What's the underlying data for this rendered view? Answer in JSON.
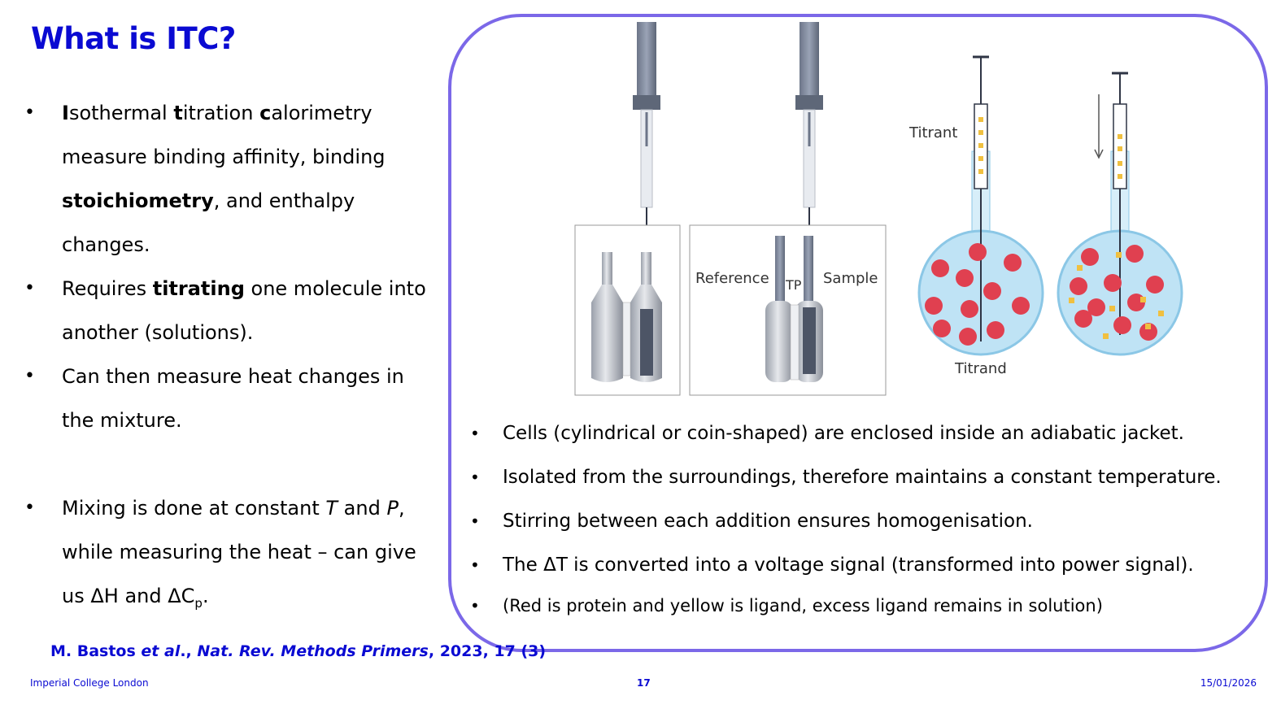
{
  "title": "What is ITC?",
  "left_bullets": [
    {
      "segments": [
        {
          "t": "I",
          "b": true
        },
        {
          "t": "sothermal "
        },
        {
          "t": "t",
          "b": true
        },
        {
          "t": "itration "
        },
        {
          "t": "c",
          "b": true
        },
        {
          "t": "alorimetry measure binding affinity, binding "
        },
        {
          "t": "stoichiometry",
          "b": true
        },
        {
          "t": ", and enthalpy changes."
        }
      ]
    },
    {
      "segments": [
        {
          "t": "Requires "
        },
        {
          "t": "titrating",
          "b": true
        },
        {
          "t": " one molecule into another (solutions)."
        }
      ]
    },
    {
      "segments": [
        {
          "t": "Can then measure heat changes in the mixture."
        }
      ]
    },
    {
      "segments": [
        {
          "t": "Mixing is done at constant "
        },
        {
          "t": "T",
          "i": true
        },
        {
          "t": " and "
        },
        {
          "t": "P",
          "i": true
        },
        {
          "t": ", while measuring the heat – can give us ΔH and ΔC"
        },
        {
          "t": "p",
          "sub": true
        },
        {
          "t": "."
        }
      ]
    }
  ],
  "right_bullets": [
    "Cells (cylindrical or coin-shaped) are enclosed inside an adiabatic jacket.",
    "Isolated from the surroundings, therefore maintains a constant temperature.",
    "Stirring between each addition ensures homogenisation.",
    "The ΔT is converted into a voltage signal (transformed into power signal).",
    "(Red is protein and yellow is ligand, excess ligand remains in solution)"
  ],
  "figure_labels": {
    "reference": "Reference",
    "tp": "TP",
    "sample": "Sample",
    "titrant": "Titrant",
    "titrand": "Titrand"
  },
  "citation": {
    "authors": "M. Bastos ",
    "etal": "et al",
    "sep": "., ",
    "journal": "Nat. Rev. Methods Primers",
    "rest": ", 2023, 17 (3)"
  },
  "footer": {
    "institution": "Imperial College London",
    "page": "17",
    "date": "15/01/2026"
  },
  "colors": {
    "title": "#0a0ad2",
    "panel_border": "#7b68e8",
    "protein": "#e04050",
    "ligand": "#f0c040",
    "flask": "#bfe3f5"
  }
}
